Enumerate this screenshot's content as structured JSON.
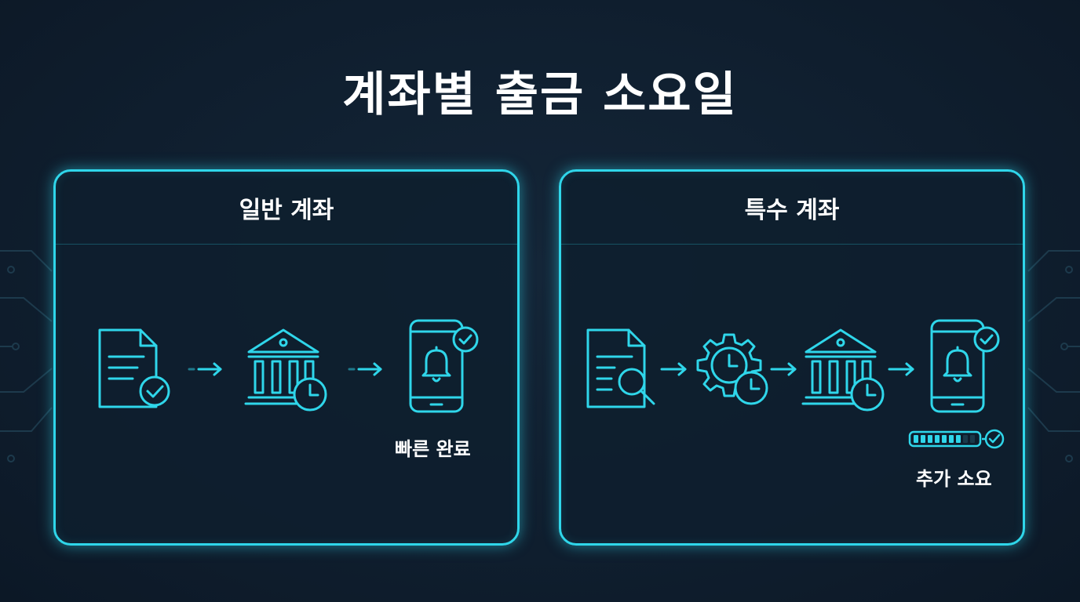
{
  "title": "계좌별 출금 소요일",
  "colors": {
    "background": "#0f1e2e",
    "accent": "#2fd6ea",
    "text": "#ffffff"
  },
  "panels": [
    {
      "header": "일반 계좌",
      "steps": [
        "document-check-icon",
        "bank-clock-icon",
        "phone-bell-check-icon"
      ],
      "caption": "빠른 완료"
    },
    {
      "header": "특수 계좌",
      "steps": [
        "document-search-icon",
        "gear-clock-icon",
        "bank-clock-icon",
        "phone-bell-check-icon"
      ],
      "caption": "추가 소요",
      "progress_fraction": 0.75
    }
  ]
}
